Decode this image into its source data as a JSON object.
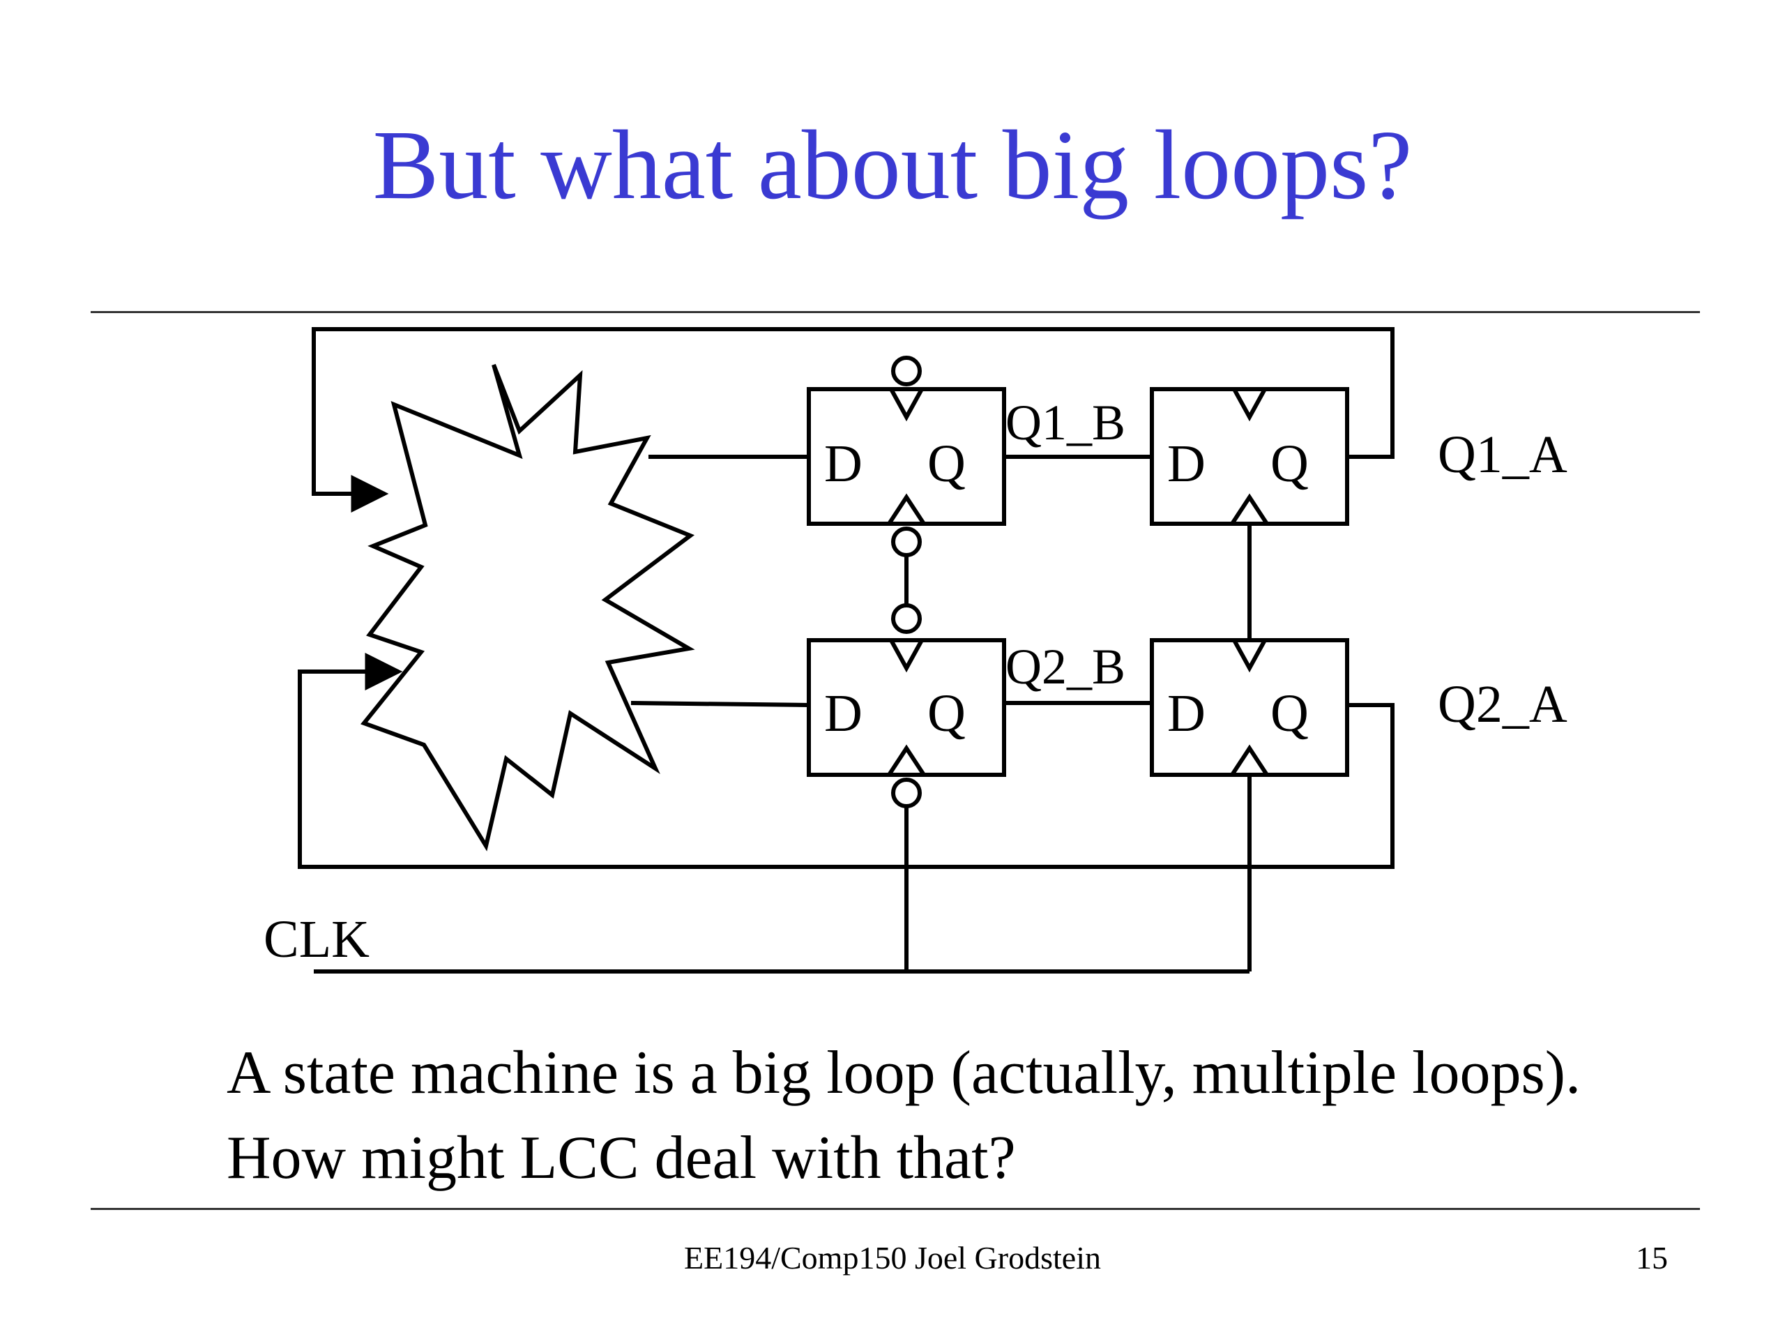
{
  "slide": {
    "title": "But what about big loops?",
    "caption": "A state machine is a big loop (actually, multiple loops). How might LCC deal with that?",
    "footer": "EE194/Comp150 Joel Grodstein",
    "page_number": "15"
  },
  "diagram": {
    "flipflop_d_label": "D",
    "flipflop_q_label": "Q",
    "nets": {
      "q1_b": "Q1_B",
      "q1_a": "Q1_A",
      "q2_b": "Q2_B",
      "q2_a": "Q2_A",
      "clk": "CLK"
    }
  }
}
